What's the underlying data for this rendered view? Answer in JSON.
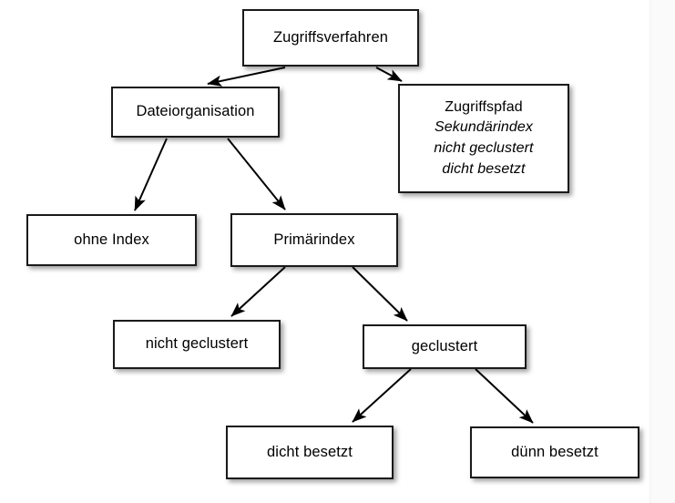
{
  "diagram": {
    "title_text": "Zugriffsverfahren",
    "background_color": "#ffffff",
    "node_fill": "#ffffff",
    "node_border_color": "#1a1a1a",
    "edge_color": "#000000",
    "nodes": [
      {
        "id": "zugriffsverfahren",
        "lines": [
          {
            "text": "Zugriffsverfahren",
            "italic": false
          }
        ]
      },
      {
        "id": "dateiorganisation",
        "lines": [
          {
            "text": "Dateiorganisation",
            "italic": false
          }
        ]
      },
      {
        "id": "zugriffspfad",
        "lines": [
          {
            "text": "Zugriffspfad",
            "italic": false
          },
          {
            "text": "Sekundärindex",
            "italic": true
          },
          {
            "text": "nicht geclustert",
            "italic": true
          },
          {
            "text": "dicht besetzt",
            "italic": true
          }
        ]
      },
      {
        "id": "ohne-index",
        "lines": [
          {
            "text": "ohne Index",
            "italic": false
          }
        ]
      },
      {
        "id": "primaerindex",
        "lines": [
          {
            "text": "Primärindex",
            "italic": false
          }
        ]
      },
      {
        "id": "nicht-geclustert",
        "lines": [
          {
            "text": "nicht geclustert",
            "italic": false
          }
        ]
      },
      {
        "id": "geclustert",
        "lines": [
          {
            "text": "geclustert",
            "italic": false
          }
        ]
      },
      {
        "id": "dicht-besetzt",
        "lines": [
          {
            "text": "dicht besetzt",
            "italic": false
          }
        ]
      },
      {
        "id": "duenn-besetzt",
        "lines": [
          {
            "text": "dünn besetzt",
            "italic": false
          }
        ]
      }
    ],
    "edges": [
      {
        "from": "zugriffsverfahren",
        "to": "dateiorganisation"
      },
      {
        "from": "zugriffsverfahren",
        "to": "zugriffspfad"
      },
      {
        "from": "dateiorganisation",
        "to": "ohne-index"
      },
      {
        "from": "dateiorganisation",
        "to": "primaerindex"
      },
      {
        "from": "primaerindex",
        "to": "nicht-geclustert"
      },
      {
        "from": "primaerindex",
        "to": "geclustert"
      },
      {
        "from": "geclustert",
        "to": "dicht-besetzt"
      },
      {
        "from": "geclustert",
        "to": "duenn-besetzt"
      }
    ]
  }
}
